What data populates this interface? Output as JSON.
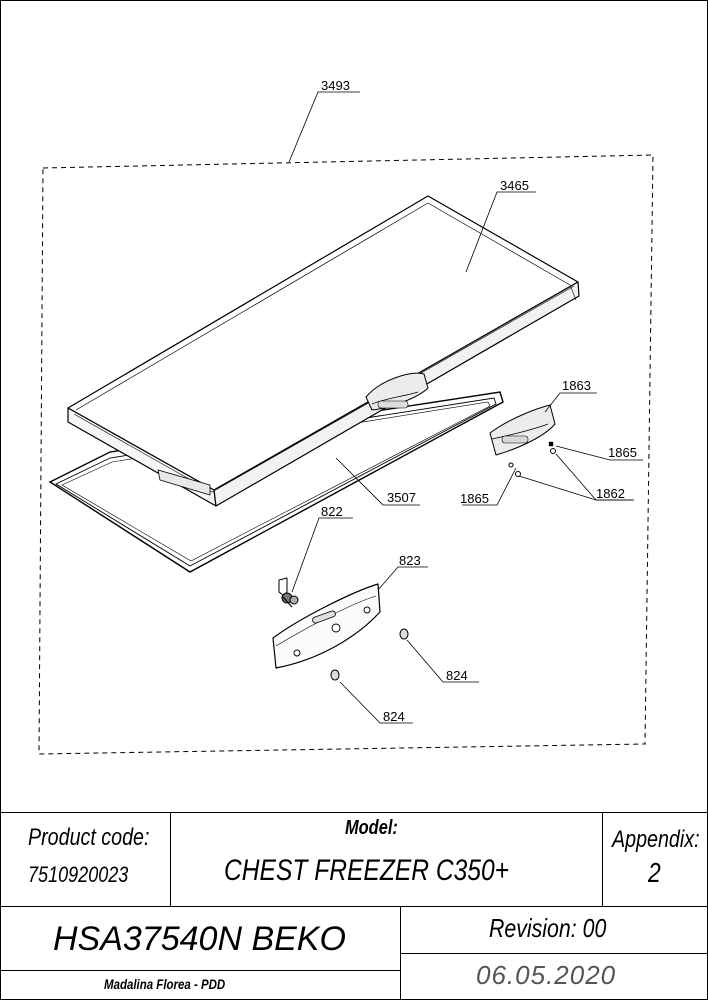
{
  "callouts": {
    "c3493": "3493",
    "c3465": "3465",
    "c1863": "1863",
    "c1865a": "1865",
    "c1862": "1862",
    "c1865b": "1865",
    "c3507": "3507",
    "c822": "822",
    "c823": "823",
    "c824a": "824",
    "c824b": "824"
  },
  "title_block": {
    "product_code_label": "Product code:",
    "product_code": "7510920023",
    "model_label": "Model:",
    "model": "CHEST FREEZER C350+",
    "appendix_label": "Appendix:",
    "appendix": "2",
    "code": "HSA37540N BEKO",
    "revision": "Revision: 00",
    "author": "Madalina Florea - PDD",
    "date": "06.05.2020"
  }
}
